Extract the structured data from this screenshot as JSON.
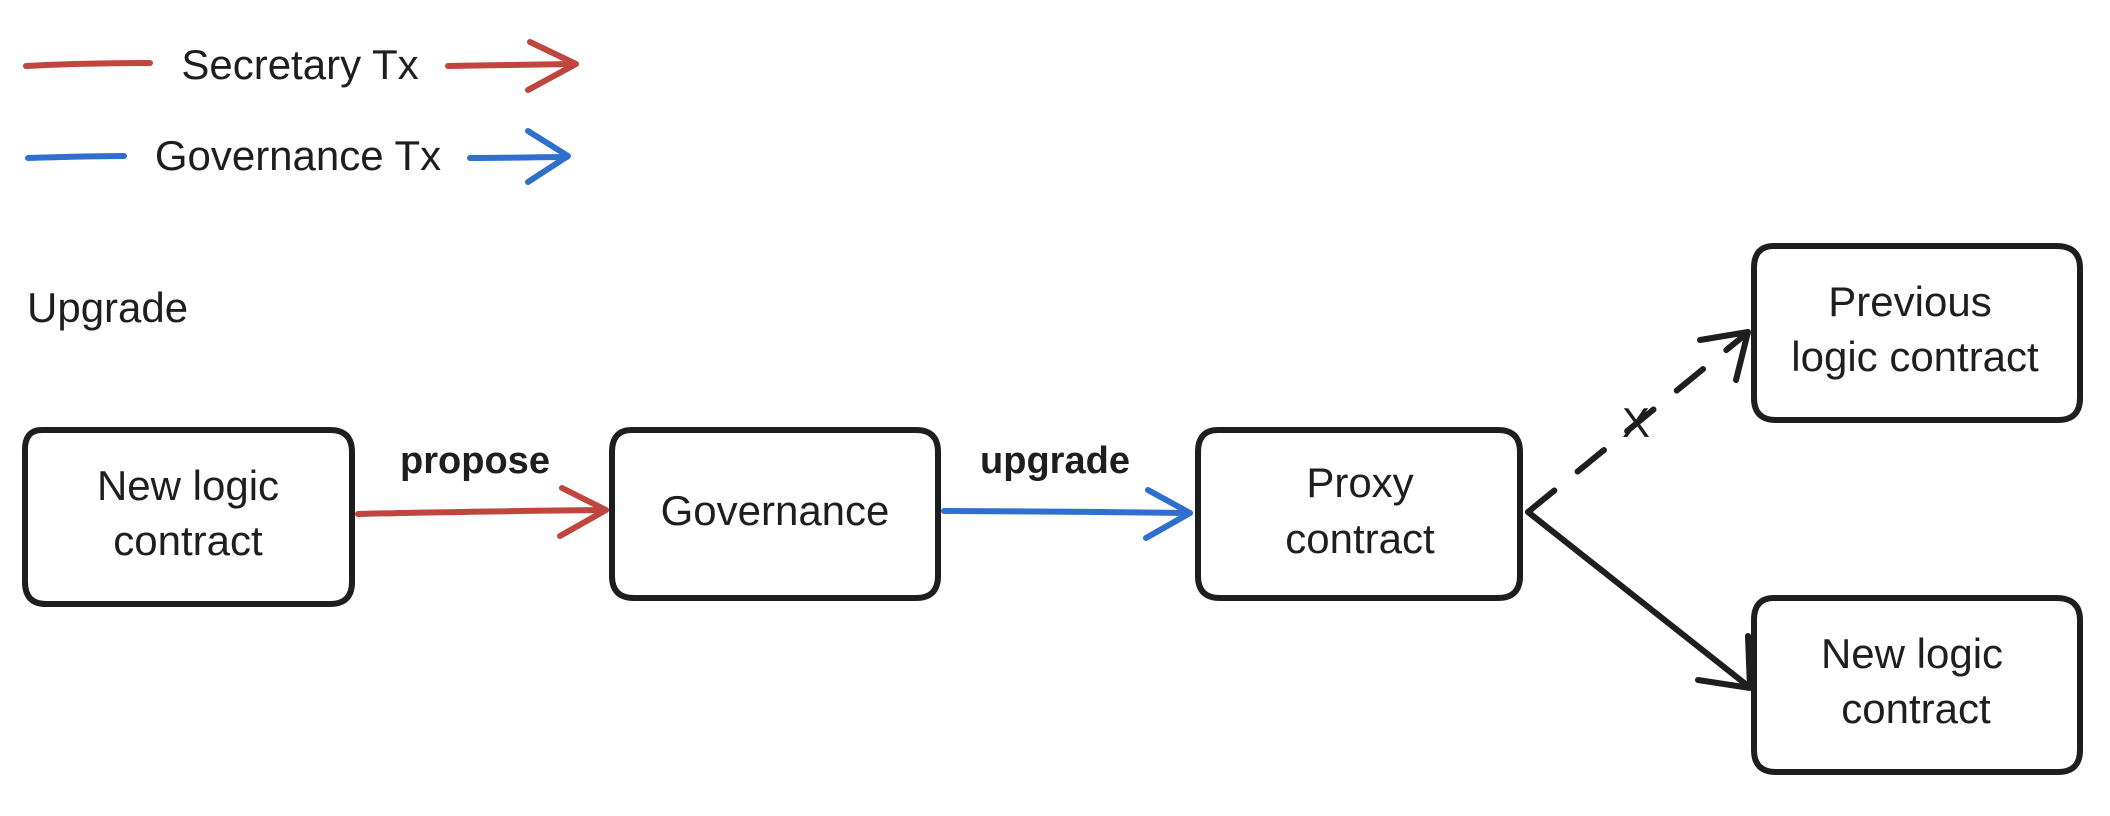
{
  "colors": {
    "secretary": "#c0463d",
    "governance": "#2f6fd0",
    "ink": "#1e1e1e",
    "background": "#ffffff"
  },
  "legend": {
    "secretary_label": "Secretary Tx",
    "governance_label": "Governance Tx"
  },
  "section_title": "Upgrade",
  "nodes": {
    "new_logic_source": {
      "line1": "New logic",
      "line2": "contract"
    },
    "governance": {
      "line1": "Governance"
    },
    "proxy": {
      "line1": "Proxy",
      "line2": "contract"
    },
    "previous_logic": {
      "line1": "Previous",
      "line2": "logic contract"
    },
    "new_logic_target": {
      "line1": "New logic",
      "line2": "contract"
    }
  },
  "edges": {
    "propose": {
      "label": "propose",
      "type": "secretary"
    },
    "upgrade": {
      "label": "upgrade",
      "type": "governance"
    },
    "to_previous": {
      "label": "X",
      "style": "dashed"
    },
    "to_new": {
      "label": "",
      "style": "solid"
    }
  }
}
